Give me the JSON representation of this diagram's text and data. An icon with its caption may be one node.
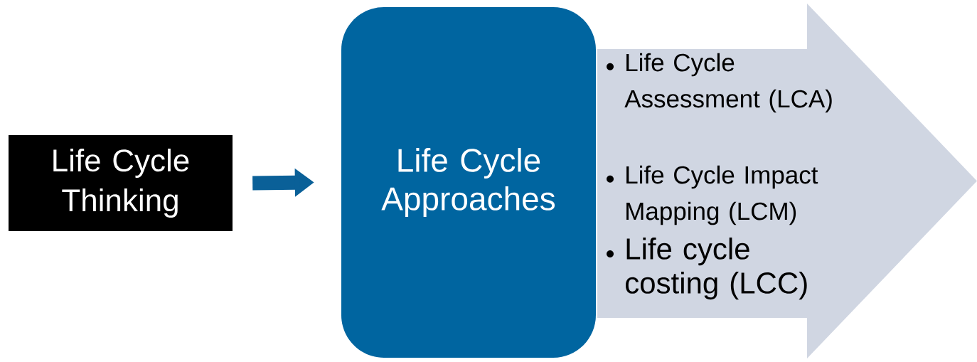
{
  "diagram": {
    "nodes": [
      {
        "text": [
          "Life Cycle Thinking"
        ]
      },
      {
        "text": [
          "Life Cycle Approaches"
        ]
      },
      {
        "text": [
          "Life Cycle Assessment (LCA)",
          "Life Cycle Impact Mapping (LCM)",
          "Life cycle costing (LCC)"
        ]
      }
    ],
    "edges": [
      {
        "from": 0,
        "to": 1,
        "arrow": "to"
      }
    ]
  }
}
